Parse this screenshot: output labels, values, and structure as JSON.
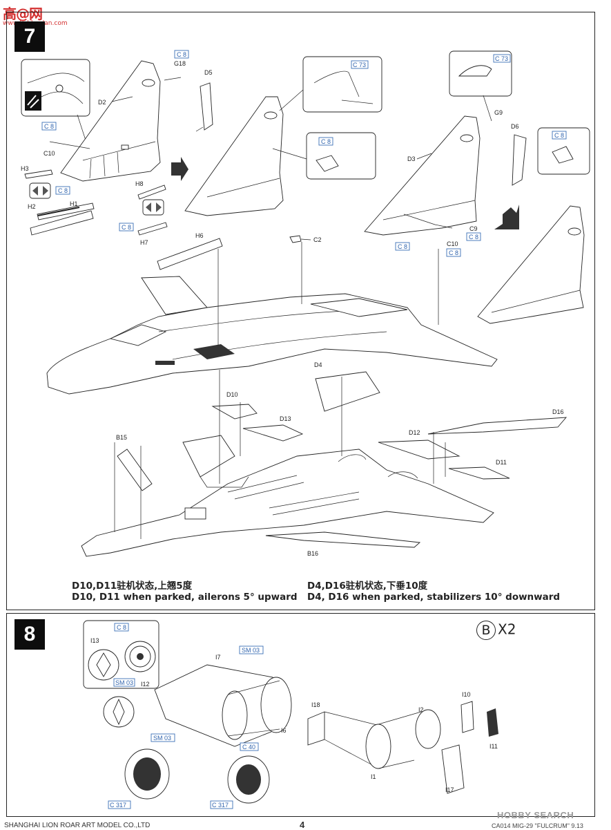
{
  "watermark": {
    "site": "高@网",
    "url": "www.hobbyplan.com"
  },
  "step7": {
    "number": "7",
    "parts": {
      "C8": "C 8",
      "G18": "G18",
      "D5": "D5",
      "D2": "D2",
      "C10": "C10",
      "H3": "H3",
      "H2": "H2",
      "H1": "H1",
      "H8": "H8",
      "H7": "H7",
      "H6": "H6",
      "C2": "C2",
      "C73": "C 73",
      "G9": "G9",
      "D6": "D6",
      "D3": "D3",
      "C9": "C9",
      "D4": "D4",
      "D10": "D10",
      "D13": "D13",
      "D16": "D16",
      "D12": "D12",
      "D11": "D11",
      "B15": "B15",
      "B16": "B16"
    },
    "caption_left_cn": "D10,D11驻机状态,上翘5度",
    "caption_left_en": "D10, D11 when parked, ailerons 5°   upward",
    "caption_right_cn": "D4,D16驻机状态,下垂10度",
    "caption_right_en": "D4, D16 when parked, stabilizers 10°   downward"
  },
  "step8": {
    "number": "8",
    "bx2": {
      "letter": "B",
      "mult": "X2"
    },
    "parts": {
      "C8": "C 8",
      "I13": "I13",
      "I12": "I12",
      "SM03": "SM 03",
      "I7": "I7",
      "I6": "I6",
      "C317": "C 317",
      "C40": "C 40",
      "I18": "I18",
      "I2": "I2",
      "I10": "I10",
      "I11": "I11",
      "I1": "I1",
      "I17": "I17"
    }
  },
  "footer": {
    "left": "SHANGHAI LION ROAR ART MODEL CO.,LTD",
    "page": "4",
    "right": "CA014 MIG-29 \"FULCRUM\" 9.13",
    "hobby": "HOBBY SEARCH"
  }
}
